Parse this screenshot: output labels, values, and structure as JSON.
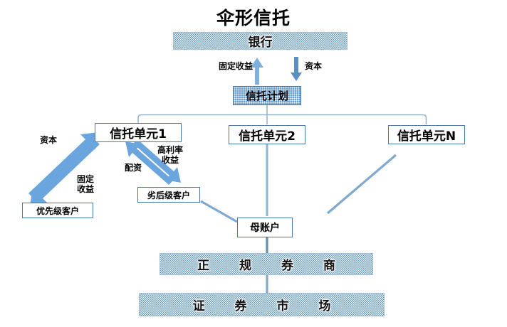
{
  "diagram": {
    "title": "伞形信托",
    "colors": {
      "hatch_blue": "#5b93b8",
      "dot_fill": "#6b9fd0",
      "box_border": "#4a77a8",
      "arrow_light": "#7fb0dd",
      "arrow_dark": "#5a8fc2",
      "connector": "#8fb4d6",
      "text": "#000000",
      "background": "#ffffff"
    },
    "nodes": {
      "bank": "银行",
      "trust_plan": "信托计划",
      "unit_1": "信托单元1",
      "unit_2": "信托单元2",
      "unit_n": "信托单元N",
      "senior_client": "优先级客户",
      "subordinate_client": "劣后级客户",
      "parent_account": "母账户",
      "broker": "正 规 券 商",
      "broker_plain": "正规券商",
      "market": "证 券 市 场",
      "market_plain": "证券市场"
    },
    "edge_labels": {
      "bank_fixed_income": "固定收益",
      "bank_capital": "资本",
      "senior_capital": "资本",
      "senior_fixed_income": "固定\n收益",
      "sub_financing": "配资",
      "sub_high_yield": "高利率\n收益"
    }
  }
}
